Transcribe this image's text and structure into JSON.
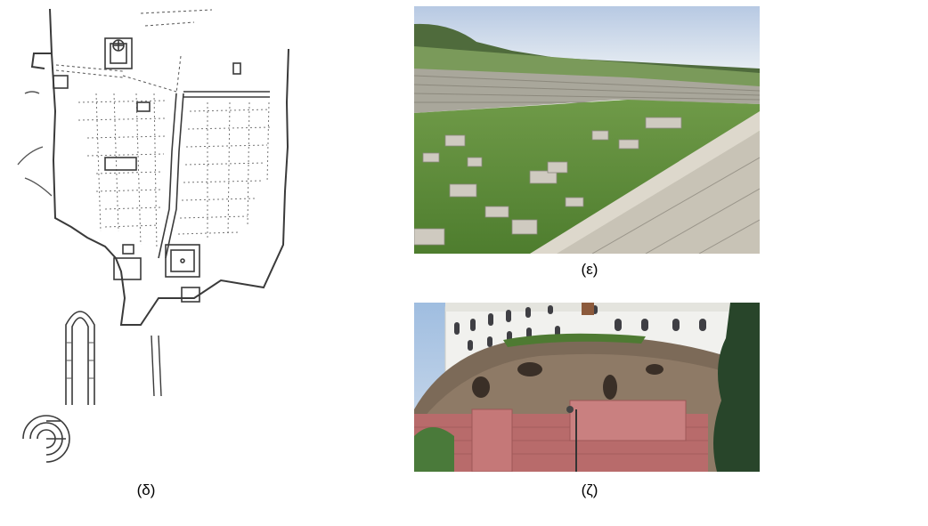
{
  "figure": {
    "panels": [
      {
        "id": "plan",
        "caption": "(δ)",
        "content": "city-plan-drawing"
      },
      {
        "id": "stadium",
        "caption": "(ε)",
        "content": "stadium-ruins-photo"
      },
      {
        "id": "rotunda",
        "caption": "(ζ)",
        "content": "rotunda-photo"
      }
    ]
  },
  "colors": {
    "plan_ink": "#3a3a3a",
    "sky": "#c9d7ea",
    "grass": "#5f8f3a",
    "stone": "#b9b4a8",
    "brick": "#b86b6b",
    "building": "#f1f1ee"
  }
}
